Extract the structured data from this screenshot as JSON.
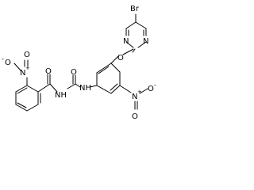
{
  "molecule": {
    "atom_labels": {
      "br": "Br",
      "pyrimidine_n_upper": "N",
      "pyrimidine_n_lower": "N",
      "ether_o": "O",
      "nitro_right_n": "N",
      "nitro_right_charge": "+",
      "nitro_right_o_down": "O",
      "nitro_right_o_minus": "-",
      "nitro_right_o_right": "O",
      "urea_o": "O",
      "nh_left": "NH",
      "nh_right": "NH",
      "amide_o": "O",
      "nitro_left_n": "N",
      "nitro_left_charge": "+",
      "nitro_left_o_up": "O",
      "nitro_left_o_minus": "-",
      "nitro_left_o_left": "O"
    },
    "bond_color": "#000000"
  }
}
